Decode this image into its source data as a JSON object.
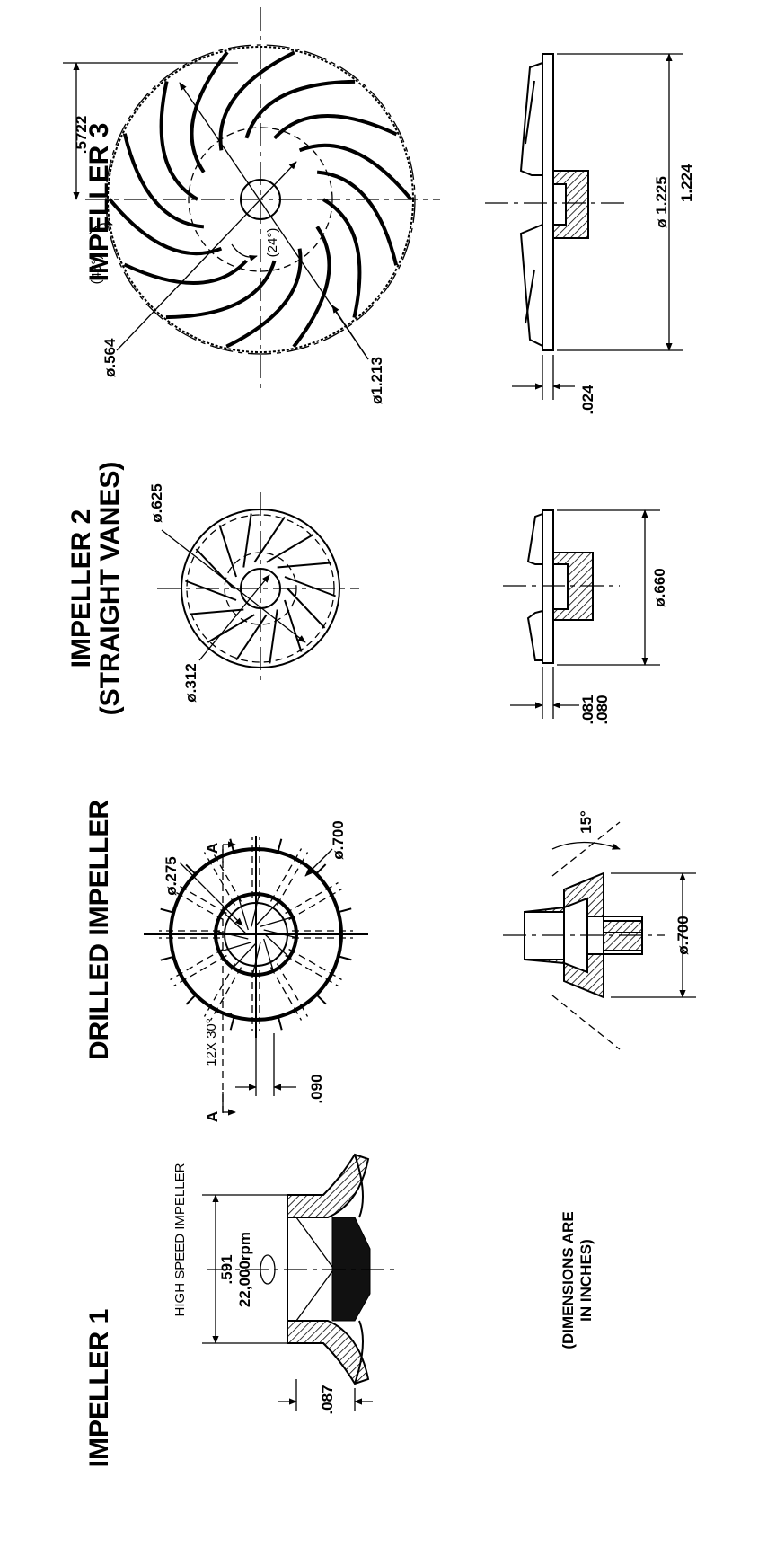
{
  "titles": {
    "impeller1": "IMPELLER 1",
    "drilled": "DRILLED IMPELLER",
    "impeller2_line1": "IMPELLER 2",
    "impeller2_line2": "(STRAIGHT VANES)",
    "impeller3": "IMPELLER 3"
  },
  "impeller1": {
    "subtitle": "HIGH SPEED IMPELLER",
    "dia": ".591",
    "speed": "22,000rpm",
    "thickness": ".087"
  },
  "drilled": {
    "inner_dia": "ø.275",
    "outer_dia": "ø.700",
    "holes": "12X 30°",
    "section_mark_top": "A",
    "section_mark_bottom": "A",
    "offset": ".090",
    "angle": "15°",
    "section_dia": "ø.700"
  },
  "impeller2": {
    "outer_dia": "ø.625",
    "inner_dia": "ø.312",
    "hub_dia": "ø.660",
    "thickness_1": ".081",
    "thickness_2": ".080"
  },
  "impeller3": {
    "radius": ".5722",
    "angle_45": "(45°)",
    "angle_24": "(24°)",
    "inner_dia": "ø.564",
    "outer_dia": "ø1.213",
    "dia_1": "ø 1.225",
    "dia_2": "1.224",
    "thickness": ".024"
  },
  "note_line1": "(DIMENSIONS ARE",
  "note_line2": "IN INCHES)"
}
